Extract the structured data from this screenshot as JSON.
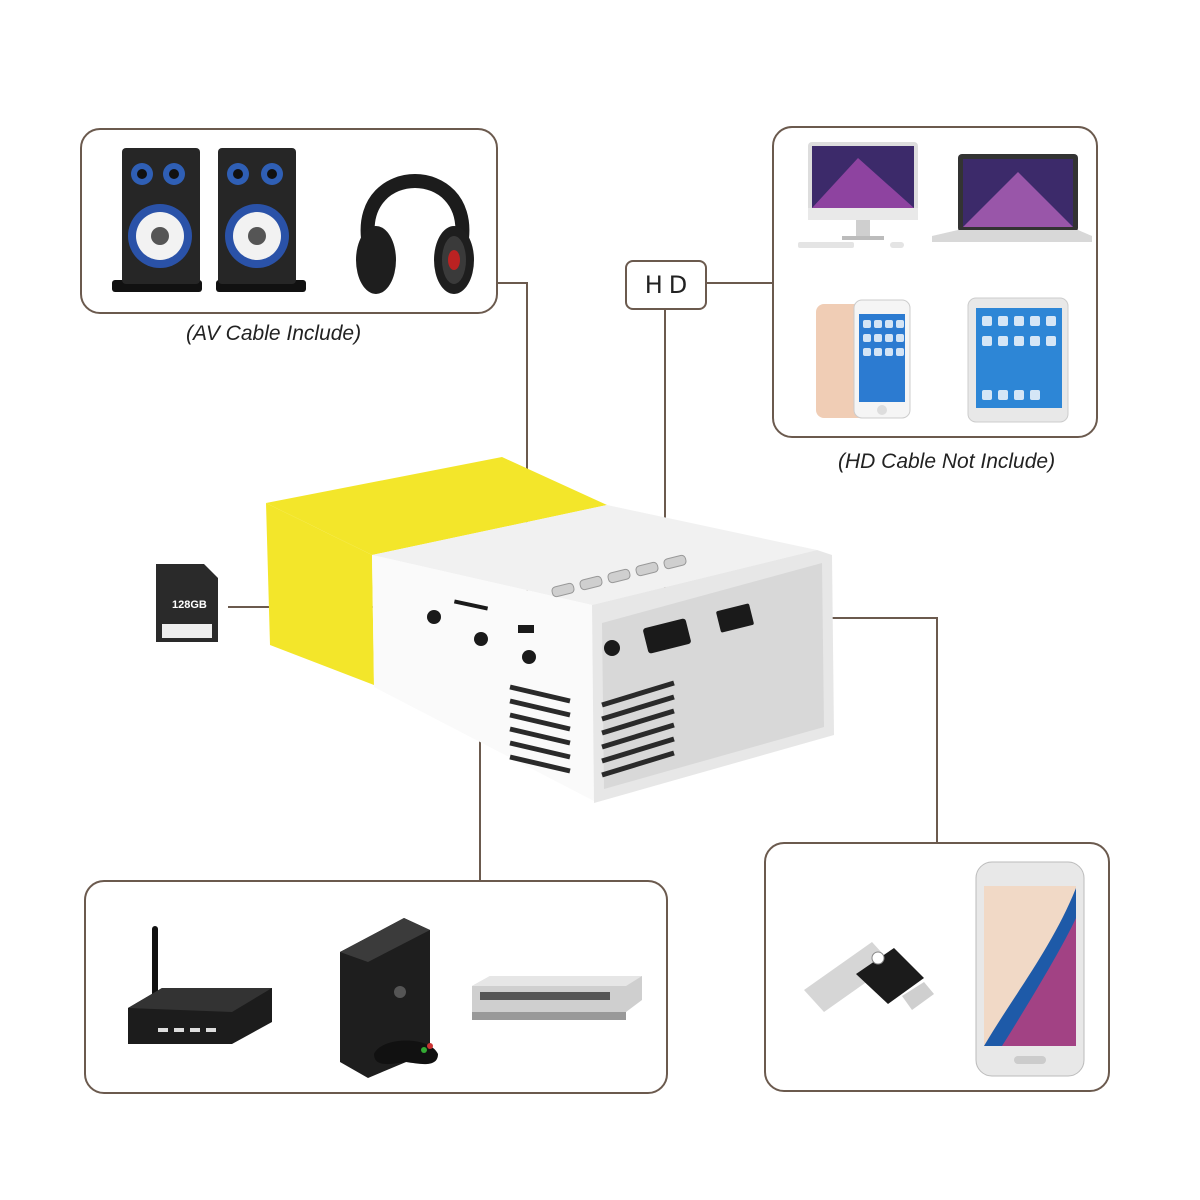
{
  "captions": {
    "av": "(AV Cable Include)",
    "hd": "(HD Cable Not Include)"
  },
  "labels": {
    "hd_port": "HD",
    "sd_card": "128GB"
  },
  "colors": {
    "connector_line": "#6b5a4e",
    "projector_yellow": "#f3e62a",
    "projector_white": "#f4f4f4",
    "projector_gray": "#dcdcdc"
  },
  "panels": {
    "audio": [
      "speakers-icon",
      "headphones-icon"
    ],
    "hd_devices": [
      "imac-icon",
      "laptop-icon",
      "iphone-icon",
      "ipad-icon"
    ],
    "usb_devices": [
      "usb-flash-drive-icon",
      "smartphone-icon"
    ],
    "av_devices": [
      "tv-box-icon",
      "game-console-icon",
      "dvd-player-icon"
    ]
  }
}
